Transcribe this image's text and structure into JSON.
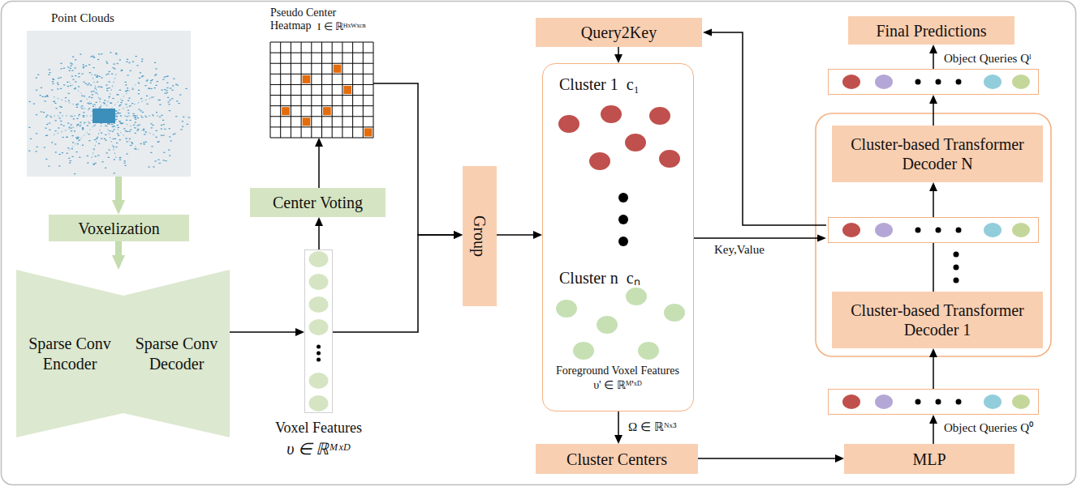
{
  "diagram": {
    "nodes": [
      {
        "text": [
          "Point Clouds"
        ]
      },
      {
        "text": [
          "Voxelization"
        ]
      },
      {
        "text": [
          "Sparse Conv Encoder"
        ]
      },
      {
        "text": [
          "Sparse Conv Decoder"
        ]
      },
      {
        "text": [
          "Voxel Features",
          "υ ∈ ℝᴹˣᴰ"
        ]
      },
      {
        "text": [
          "Center Voting"
        ]
      },
      {
        "text": [
          "Pseudo Center Heatmap",
          "I ∈ ℝᴴˣᵂˣᶜⁿ"
        ]
      },
      {
        "text": [
          "Group"
        ]
      },
      {
        "text": [
          "Query2Key"
        ]
      },
      {
        "text": [
          "Cluster 1  c₁",
          "Cluster n  cₙ",
          "Foreground Voxel Features υ' ∈ ℝᴹ'ˣᴰ"
        ]
      },
      {
        "text": [
          "Cluster Centers"
        ]
      },
      {
        "text": [
          "MLP"
        ]
      },
      {
        "text": [
          "Object Queries Q⁰"
        ]
      },
      {
        "text": [
          "Cluster-based Transformer Decoder 1"
        ]
      },
      {
        "text": [
          "Cluster-based Transformer Decoder N"
        ]
      },
      {
        "text": [
          "Object Queries Qˡ"
        ]
      },
      {
        "text": [
          "Final Predictions"
        ]
      }
    ],
    "edges": [
      {
        "from": 0,
        "to": 1,
        "arrow": "to"
      },
      {
        "from": 1,
        "to": 2,
        "arrow": "to"
      },
      {
        "from": 3,
        "to": 4,
        "arrow": "to"
      },
      {
        "from": 4,
        "to": 5,
        "arrow": "to"
      },
      {
        "from": 5,
        "to": 6,
        "arrow": "to"
      },
      {
        "from": 6,
        "to": 7,
        "arrow": "to"
      },
      {
        "from": 4,
        "to": 7,
        "arrow": "to"
      },
      {
        "from": 7,
        "to": 9,
        "arrow": "to"
      },
      {
        "from": 8,
        "to": 9,
        "arrow": "to"
      },
      {
        "from": 9,
        "to": 10,
        "label": "Ω ∈ ℝᴺˣ³",
        "arrow": "to"
      },
      {
        "from": 10,
        "to": 11,
        "arrow": "to"
      },
      {
        "from": 11,
        "to": 12,
        "arrow": "to"
      },
      {
        "from": 12,
        "to": 13,
        "arrow": "to"
      },
      {
        "from": 13,
        "to": 14,
        "arrow": "to"
      },
      {
        "from": 14,
        "to": 15,
        "arrow": "to"
      },
      {
        "from": 15,
        "to": 16,
        "arrow": "to"
      }
    ],
    "labels": [
      "Key,Value"
    ]
  }
}
